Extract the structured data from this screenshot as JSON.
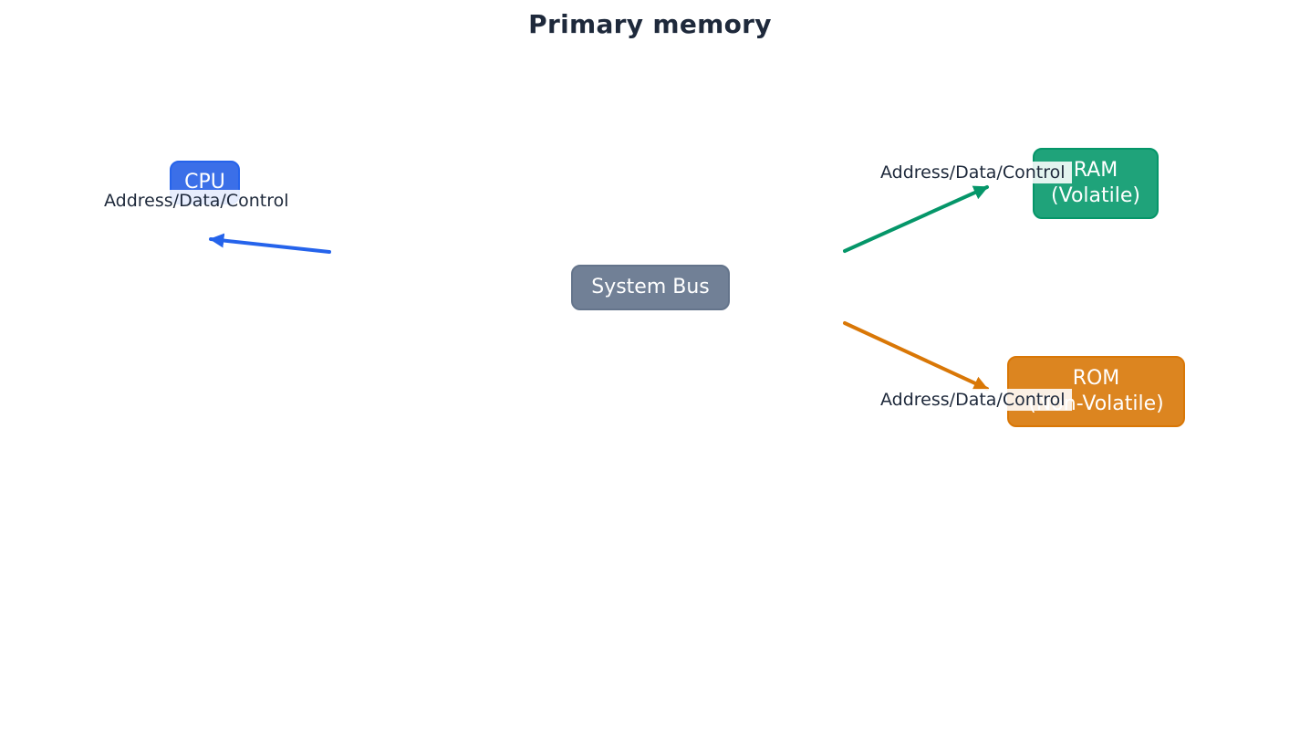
{
  "title": "Primary memory",
  "colors": {
    "cpu": "#2563eb",
    "bus": "#64748b",
    "ram": "#059669",
    "rom": "#d97706",
    "text": "#1e293b"
  },
  "nodes": {
    "cpu": {
      "label": "CPU"
    },
    "bus": {
      "label": "System Bus"
    },
    "ram": {
      "label": "RAM\n(Volatile)"
    },
    "rom": {
      "label": "ROM\n(Non-Volatile)"
    }
  },
  "edges": [
    {
      "from": "bus",
      "to": "cpu",
      "label": "Address/Data/Control"
    },
    {
      "from": "bus",
      "to": "ram",
      "label": "Address/Data/Control"
    },
    {
      "from": "bus",
      "to": "rom",
      "label": "Address/Data/Control"
    }
  ]
}
